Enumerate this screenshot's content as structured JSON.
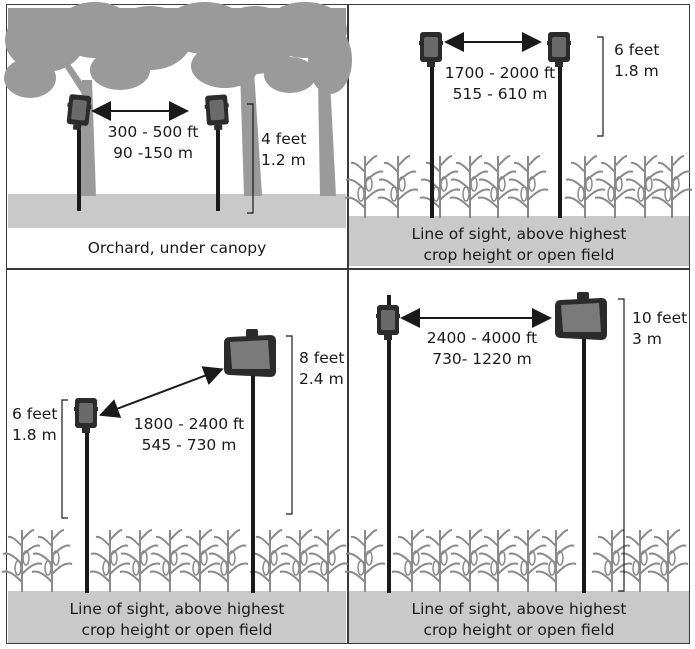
{
  "panels": [
    {
      "distance_ft": "300 - 500 ft",
      "distance_m": "90 -150 m",
      "height_ft": "4 feet",
      "height_m": "1.2 m",
      "caption_line1": "Orchard, under canopy",
      "caption_line2": ""
    },
    {
      "distance_ft": "1700 - 2000 ft",
      "distance_m": "515 - 610 m",
      "height_ft": "6 feet",
      "height_m": "1.8 m",
      "caption_line1": "Line of sight, above highest",
      "caption_line2": "crop height or open field"
    },
    {
      "distance_ft": "1800 - 2400 ft",
      "distance_m": "545 - 730 m",
      "height_left_ft": "6 feet",
      "height_left_m": "1.8 m",
      "height_ft": "8 feet",
      "height_m": "2.4 m",
      "caption_line1": "Line of sight, above highest",
      "caption_line2": "crop height or open field"
    },
    {
      "distance_ft": "2400 - 4000 ft",
      "distance_m": "730- 1220  m",
      "height_ft": "10 feet",
      "height_m": "3 m",
      "caption_line1": "Line of sight, above highest",
      "caption_line2": "crop height or open field"
    }
  ],
  "colors": {
    "ground": "#c9c9c9",
    "tree": "#9a9a9a",
    "crop_stroke": "#8a8a8a",
    "pole": "#1a1a1a",
    "device": "#2b2b2b",
    "border": "#3a3a3a"
  }
}
